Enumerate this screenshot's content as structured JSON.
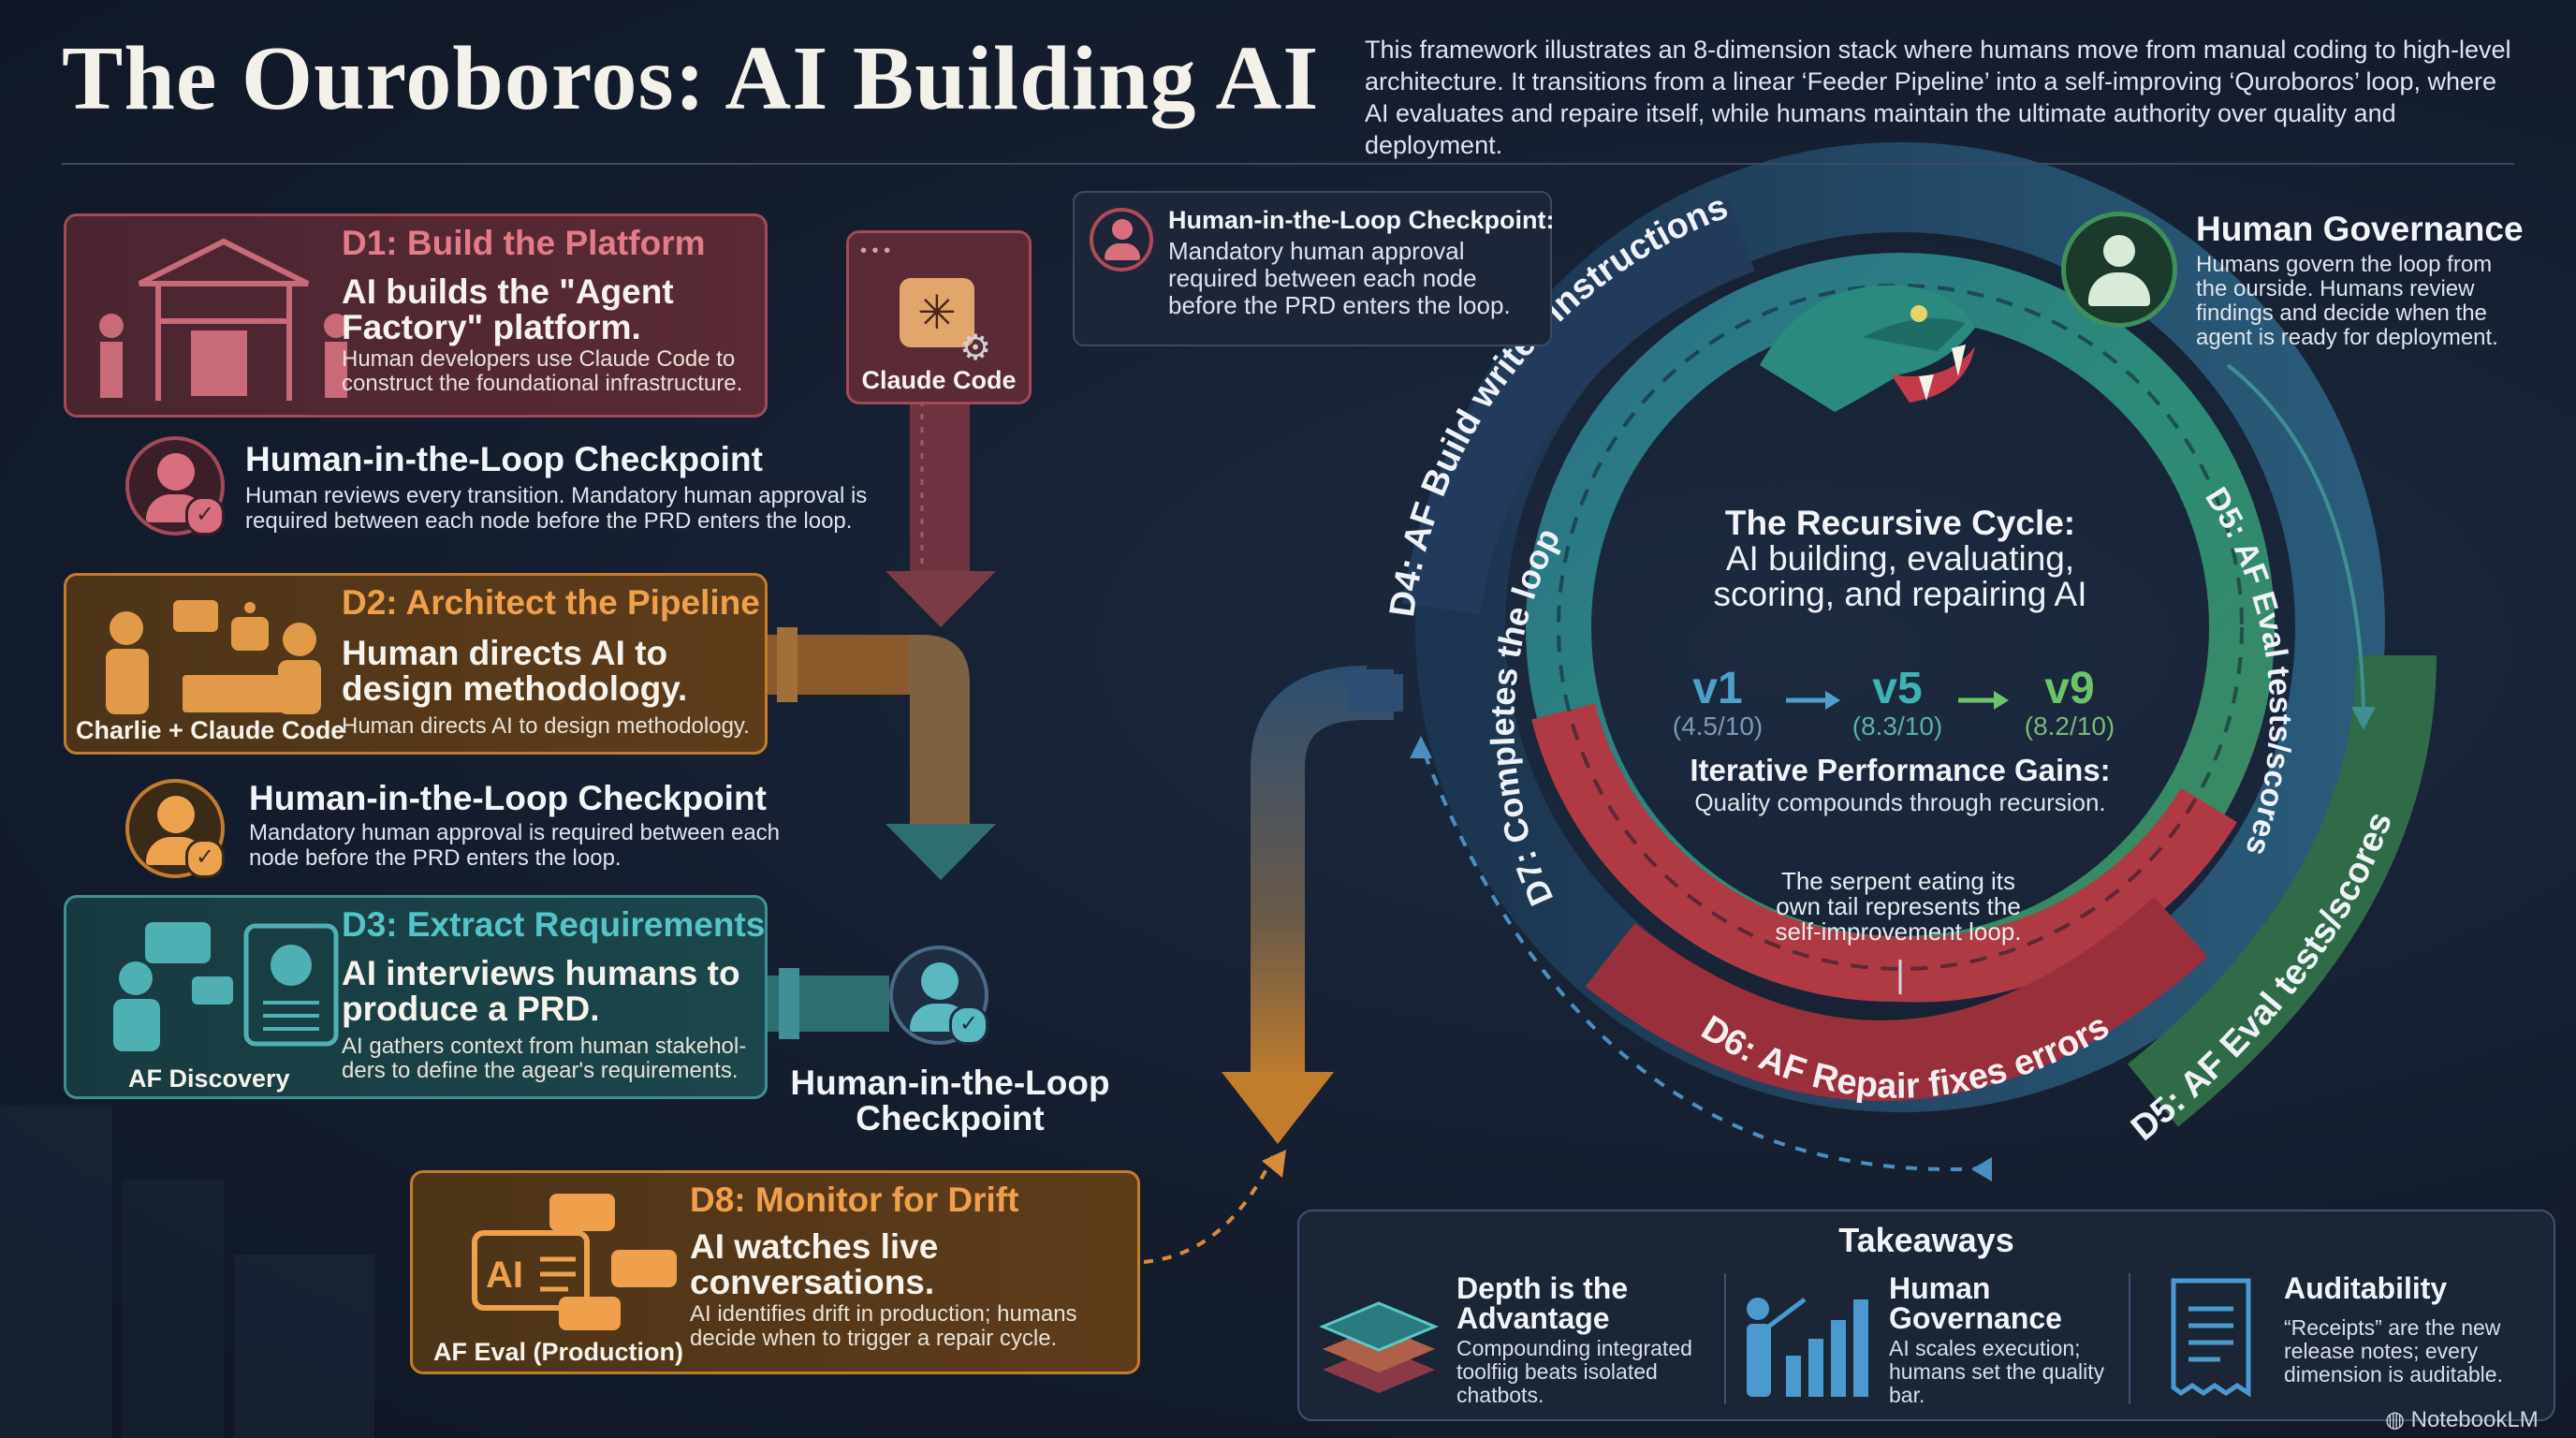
{
  "header": {
    "title": "The Ouroboros: AI Building AI",
    "intro": "This framework illustrates an 8-dimension stack where humans move from manual coding to high-level architecture. It transitions from a linear ‘Feeder Pipeline’ into a self-improving ‘Quroboros’ loop, where AI evaluates and repaire itself, while humans maintain the ultimate authority over quality and deployment."
  },
  "d1": {
    "heading": "D1: Build the Platform",
    "bold": "AI builds the \"Agent Factory\" platform.",
    "body": "Human developers use Claude Code to construct the foundational infrastructure."
  },
  "claude_code": {
    "label": "Claude Code"
  },
  "checkpoint1": {
    "title": "Human-in-the-Loop Checkpoint",
    "body": "Human reviews every transition. Mandatory human approval is required between each node before the PRD enters the loop."
  },
  "d2": {
    "heading": "D2: Architect the Pipeline",
    "bold": "Human directs AI to design methodology.",
    "body": "Human directs AI to design methodology.",
    "caption": "Charlie + Claude Code"
  },
  "checkpoint2": {
    "title": "Human-in-the-Loop Checkpoint",
    "body": "Mandatory human approval is required between each node before the PRD enters the loop."
  },
  "d3": {
    "heading": "D3: Extract Requirements",
    "bold": "AI interviews humans to produce a PRD.",
    "body": "AI gathers context from human stakehol-ders to define the agear's requirements.",
    "caption": "AF Discovery"
  },
  "checkpoint3": {
    "title": "Human-in-the-Loop Checkpoint"
  },
  "d8": {
    "heading": "D8: Monitor for Drift",
    "bold": "AI watches live conversations.",
    "body": "AI identifies drift in production; humans decide when to trigger a repair cycle.",
    "caption": "AF Eval (Production)"
  },
  "top_checkpoint": {
    "title": "Human-in-the-Loop Checkpoint:",
    "body": "Mandatory human approval required between each node before the PRD enters the loop."
  },
  "governance": {
    "title": "Human Governance",
    "body": "Humans govern the loop from the ourside. Humans review findings and decide when the agent is ready for deployment."
  },
  "loop": {
    "d4": "D4: AF Build writes instructions",
    "d5_inner": "D5: AF Eval tests/scores",
    "d5_outer": "D5: AF Eval tests/scores",
    "d6": "D6: AF Repair fixes errors",
    "d7": "D7: Completes the loop",
    "center_title": "The Recursive Cycle:",
    "center_sub": "AI building, evaluating, scoring, and repairing AI",
    "versions": [
      {
        "label": "v1",
        "score": "(4.5/10)",
        "color": "#4fa0c9"
      },
      {
        "label": "v5",
        "score": "(8.3/10)",
        "color": "#3fb3b3"
      },
      {
        "label": "v9",
        "score": "(8.2/10)",
        "color": "#6cc36a"
      }
    ],
    "gains_title": "Iterative Performance Gains:",
    "gains_sub": "Quality compounds through recursion.",
    "serpent_note": "The serpent eating its own tail represents the self-improvement loop."
  },
  "takeaways": {
    "heading": "Takeaways",
    "items": [
      {
        "title": "Depth is the Advantage",
        "body": "Compounding integrated toolfiig beats isolated chatbots."
      },
      {
        "title": "Human Governance",
        "body": "AI scales execution; humans set the quality bar."
      },
      {
        "title": "Auditability",
        "body": "“Receipts” are the new release notes; every dimension is auditable."
      }
    ]
  },
  "brand": "NotebookLM",
  "colors": {
    "red": "#a34a58",
    "orange": "#c27d2c",
    "teal": "#3f8f94",
    "green": "#3d8a5a"
  }
}
